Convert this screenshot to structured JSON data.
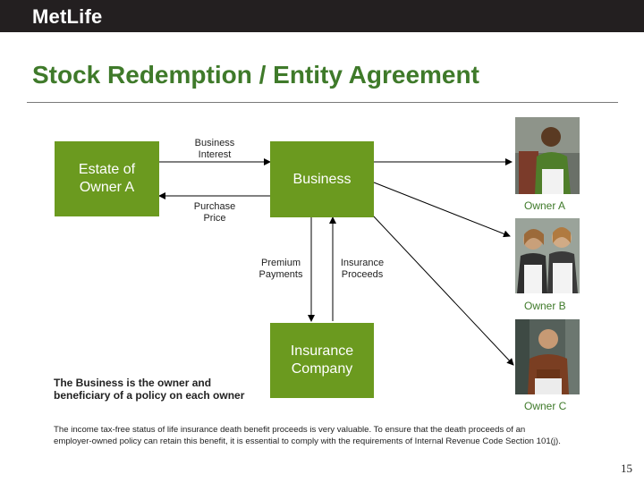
{
  "header": {
    "logo_text": "MetLife"
  },
  "slide": {
    "title": "Stock Redemption / Entity Agreement",
    "page_number": "15"
  },
  "diagram": {
    "nodes": {
      "estate": "Estate of\nOwner A",
      "business": "Business",
      "insurance": "Insurance\nCompany"
    },
    "edge_labels": {
      "business_interest": "Business\nInterest",
      "purchase_price": "Purchase\nPrice",
      "premium_payments": "Premium\nPayments",
      "insurance_proceeds": "Insurance\nProceeds"
    },
    "owners": [
      {
        "label": "Owner A",
        "icon": "person-photo-icon"
      },
      {
        "label": "Owner B",
        "icon": "people-photo-icon"
      },
      {
        "label": "Owner C",
        "icon": "person-photo-icon"
      }
    ],
    "colors": {
      "box": "#6b9a1f",
      "title": "#3f7a2a",
      "owner_label": "#3f7a2a"
    }
  },
  "note": "The Business is the owner and\nbeneficiary of a policy on each owner",
  "footnote": "The income tax-free status of life insurance death benefit proceeds is very valuable. To ensure that the death proceeds of an\nemployer-owned policy can retain this benefit, it is essential to comply with the requirements of Internal Revenue Code Section 101(j)."
}
